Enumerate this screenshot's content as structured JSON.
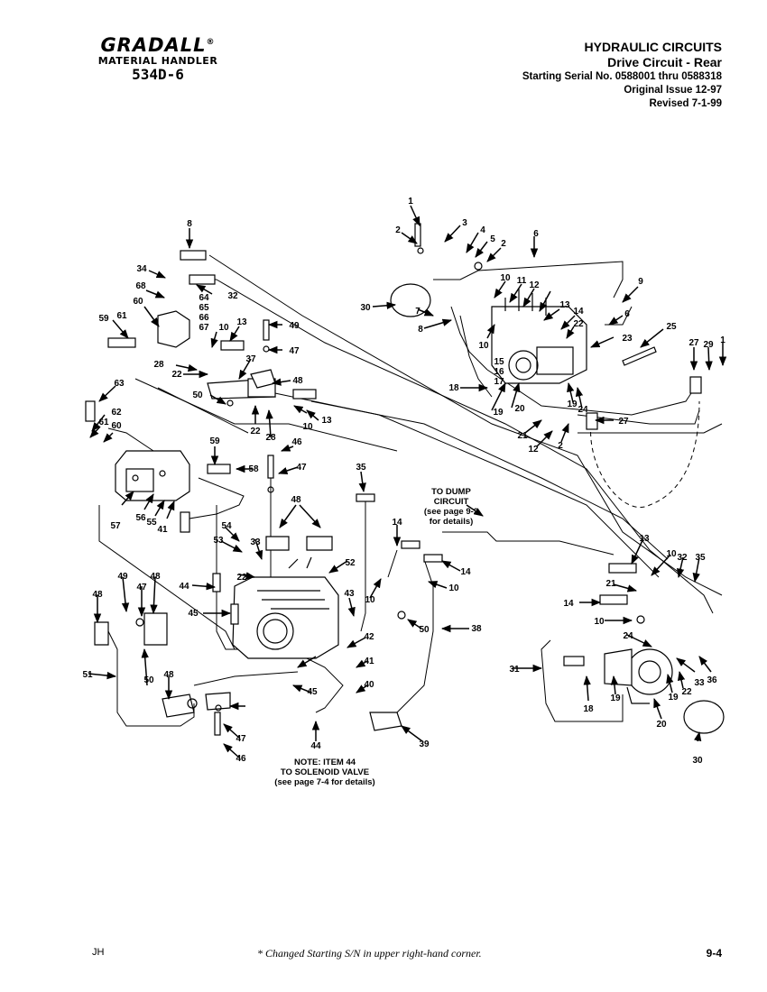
{
  "brand": {
    "logo": "GRADALL",
    "registered": "®",
    "subtitle": "MATERIAL HANDLER",
    "model": "534D-6"
  },
  "header": {
    "title": "HYDRAULIC CIRCUITS",
    "subtitle": "Drive Circuit - Rear",
    "serial": "Starting Serial No. 0588001 thru 0588318",
    "issue": "Original Issue 12-97",
    "revised": "Revised 7-1-99"
  },
  "notes": {
    "dump_line1": "TO DUMP",
    "dump_line2": "CIRCUIT",
    "dump_line3": "(see page 9-2",
    "dump_line4": "for details)",
    "item44_line1": "NOTE: ITEM 44",
    "item44_line2": "TO SOLENOID VALVE",
    "item44_line3": "(see page 7-4 for details)"
  },
  "callouts": [
    "1",
    "2",
    "3",
    "4",
    "5",
    "2",
    "6",
    "8",
    "34",
    "68",
    "60",
    "59",
    "61",
    "64",
    "65",
    "66",
    "67",
    "32",
    "49",
    "13",
    "10",
    "47",
    "28",
    "22",
    "37",
    "48",
    "50",
    "22",
    "28",
    "10",
    "13",
    "63",
    "62",
    "61",
    "60",
    "59",
    "58",
    "46",
    "47",
    "57",
    "56",
    "55",
    "41",
    "35",
    "48",
    "54",
    "53",
    "33",
    "22",
    "52",
    "44",
    "45",
    "43",
    "42",
    "41",
    "40",
    "45",
    "44",
    "49",
    "47",
    "48",
    "48",
    "50",
    "51",
    "48",
    "47",
    "46",
    "39",
    "38",
    "50",
    "14",
    "14",
    "10",
    "10",
    "13",
    "10",
    "32",
    "35",
    "21",
    "14",
    "10",
    "24",
    "33",
    "36",
    "31",
    "18",
    "19",
    "20",
    "19",
    "22",
    "30",
    "30",
    "7",
    "8",
    "10",
    "11",
    "12",
    "10",
    "13",
    "14",
    "22",
    "23",
    "9",
    "6",
    "25",
    "27",
    "29",
    "1",
    "15",
    "16",
    "17",
    "18",
    "19",
    "20",
    "19",
    "24",
    "27",
    "21",
    "12",
    "2"
  ],
  "footer": {
    "left": "JH",
    "center": "*  Changed Starting S/N in upper right-hand corner.",
    "right": "9-4"
  }
}
